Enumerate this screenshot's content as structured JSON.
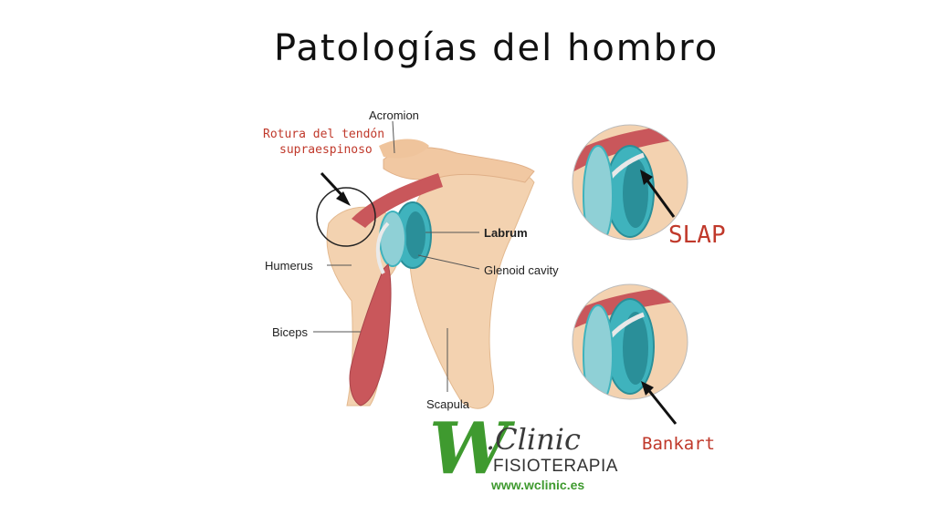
{
  "title": "Patologías del hombro",
  "labels": {
    "acromion": "Acromion",
    "labrum": "Labrum",
    "glenoid_cavity": "Glenoid cavity",
    "humerus": "Humerus",
    "biceps": "Biceps",
    "scapula": "Scapula"
  },
  "annotations": {
    "rotura_line1": "Rotura del tendón",
    "rotura_line2": "supraespinoso",
    "slap": "SLAP",
    "bankart": "Bankart"
  },
  "logo": {
    "w": "W",
    "clinic": ".Clinic",
    "fisio": "FISIOTERAPIA",
    "url": "www.wclinic.es"
  },
  "colors": {
    "annotation_red": "#c0392b",
    "logo_green": "#3f9a2f",
    "cartilage_teal": "#3fb3bd",
    "bone": "#f3d2b0",
    "muscle": "#c9575b"
  }
}
